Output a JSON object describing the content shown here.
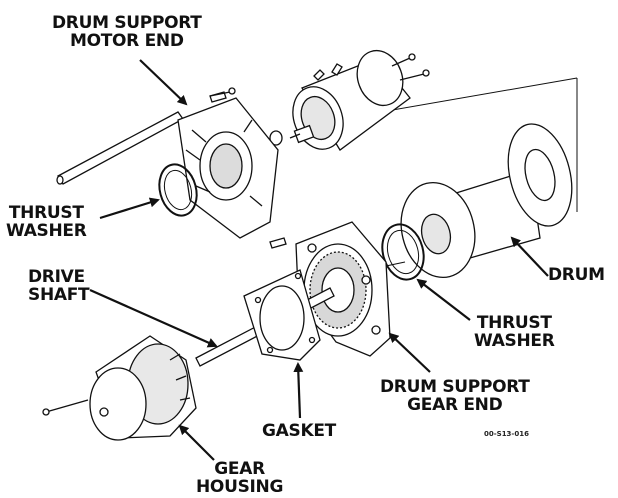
{
  "labels": {
    "drum_support_motor_end": [
      "DRUM SUPPORT",
      "MOTOR END"
    ],
    "thrust_washer_left": [
      "THRUST",
      "WASHER"
    ],
    "drive_shaft": [
      "DRIVE",
      "SHAFT"
    ],
    "drum": "DRUM",
    "thrust_washer_right": [
      "THRUST",
      "WASHER"
    ],
    "drum_support_gear_end": [
      "DRUM SUPPORT",
      "GEAR END"
    ],
    "gasket": "GASKET",
    "gear_housing": [
      "GEAR",
      "HOUSING"
    ]
  },
  "reference_code": "00-S13-016",
  "colors": {
    "ink": "#111111",
    "fill": "#ffffff",
    "shade": "#cfcfcf"
  }
}
